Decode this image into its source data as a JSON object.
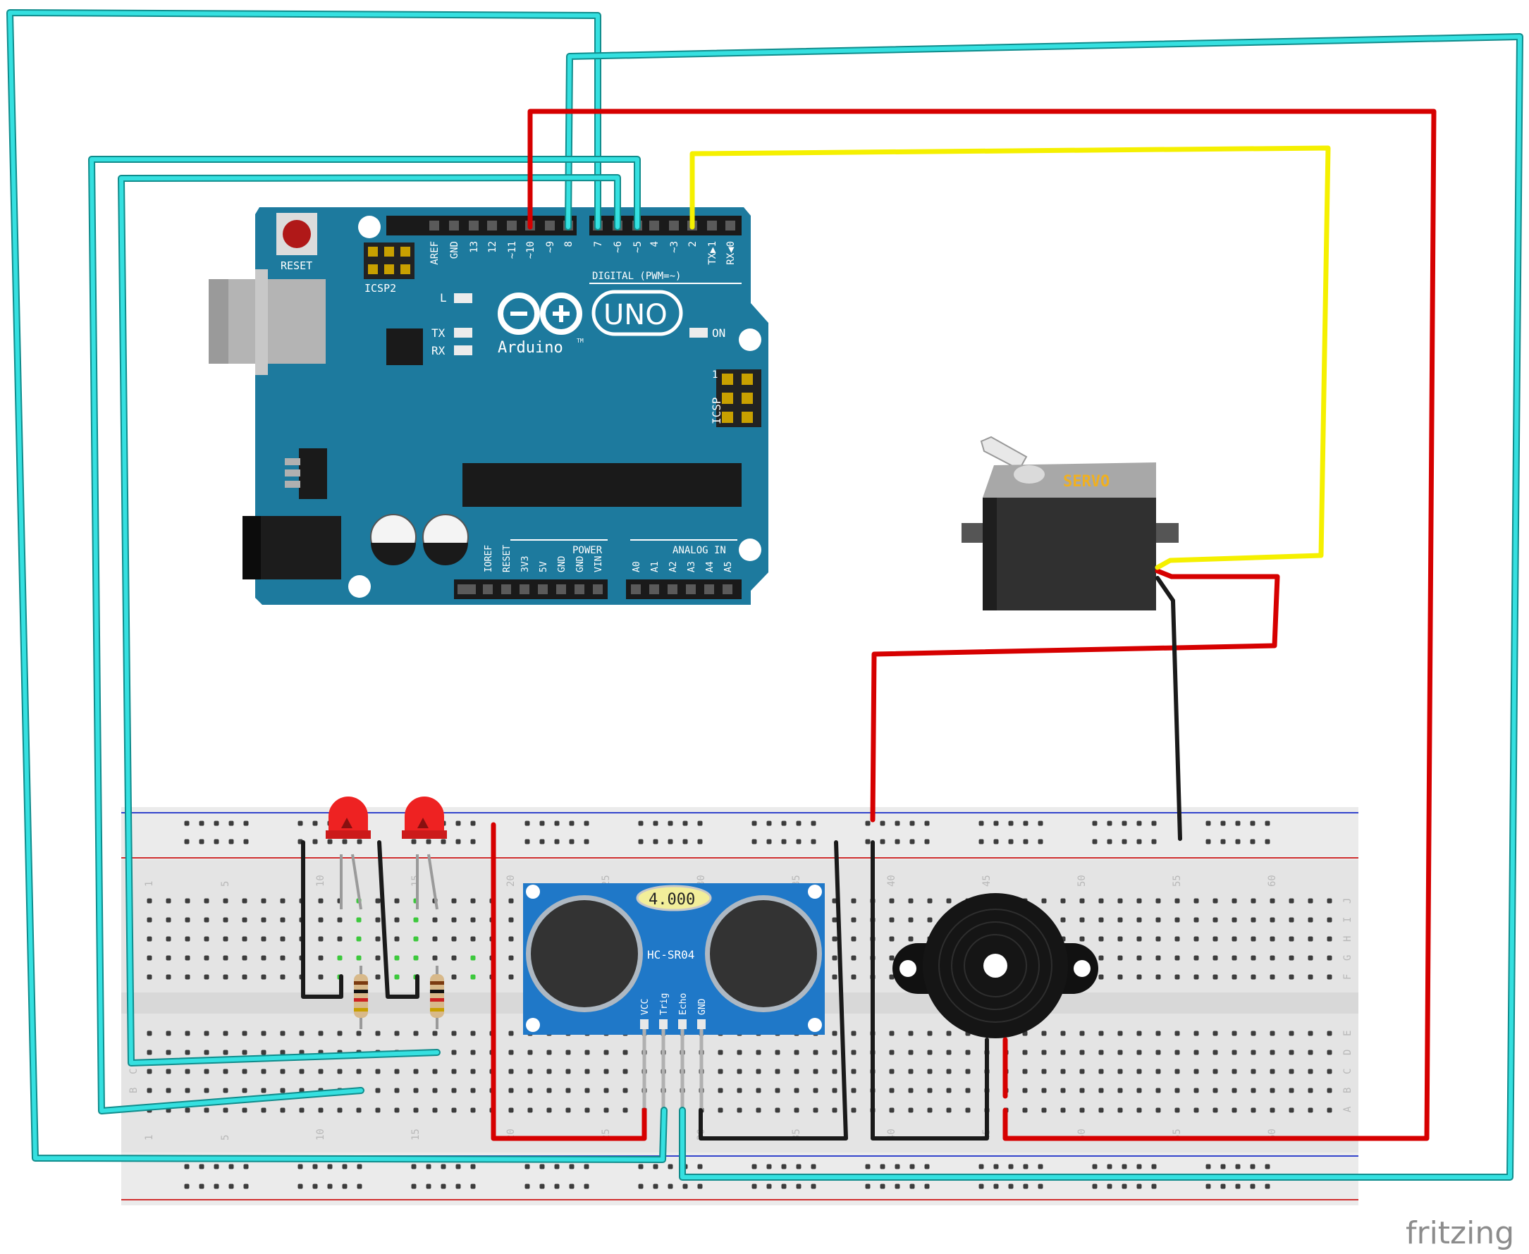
{
  "arduino": {
    "reset_label": "RESET",
    "icsp2_label": "ICSP2",
    "icsp_label": "ICSP",
    "icsp_pin1": "1",
    "l_label": "L",
    "tx_label": "TX",
    "rx_label": "RX",
    "on_label": "ON",
    "uno_label": "UNO",
    "brand_label": "Arduino",
    "tm_label": "TM",
    "digital_label": "DIGITAL (PWM=~)",
    "power_label": "POWER",
    "analog_label": "ANALOG IN",
    "digital_pins": [
      "AREF",
      "GND",
      "13",
      "12",
      "~11",
      "~10",
      "~9",
      "8",
      "7",
      "~6",
      "~5",
      "4",
      "~3",
      "2",
      "TX▶1",
      "RX◀0"
    ],
    "power_pins": [
      "IOREF",
      "RESET",
      "3V3",
      "5V",
      "GND",
      "GND",
      "VIN"
    ],
    "analog_pins": [
      "A0",
      "A1",
      "A2",
      "A3",
      "A4",
      "A5"
    ]
  },
  "sensor": {
    "crystal_label": "4.000",
    "model_label": "HC-SR04",
    "pins": [
      "VCC",
      "Trig",
      "Echo",
      "GND"
    ]
  },
  "servo": {
    "label": "SERVO"
  },
  "breadboard": {
    "top_numbers": [
      "1",
      "5",
      "10",
      "15",
      "20",
      "25",
      "30",
      "35",
      "40",
      "45",
      "50",
      "55",
      "60"
    ],
    "bottom_numbers": [
      "1",
      "5",
      "10",
      "15",
      "20",
      "25",
      "30",
      "35",
      "40",
      "45",
      "50",
      "55",
      "60"
    ],
    "right_rows_top": [
      "J",
      "I",
      "H",
      "G",
      "F"
    ],
    "right_rows_bottom": [
      "E",
      "D",
      "C",
      "B",
      "A"
    ],
    "left_rows": [
      "C",
      "B"
    ]
  },
  "watermark": "fritzing",
  "colors": {
    "board": "#1d7a9e",
    "wire_cyan": "#35e0e0",
    "wire_red": "#d60000",
    "wire_yellow": "#f5f000",
    "wire_black": "#1a1a1a",
    "led_red": "#ee2222",
    "sensor_blue": "#1f78c8",
    "servo_body": "#303030",
    "servo_label": "#f0b020"
  }
}
